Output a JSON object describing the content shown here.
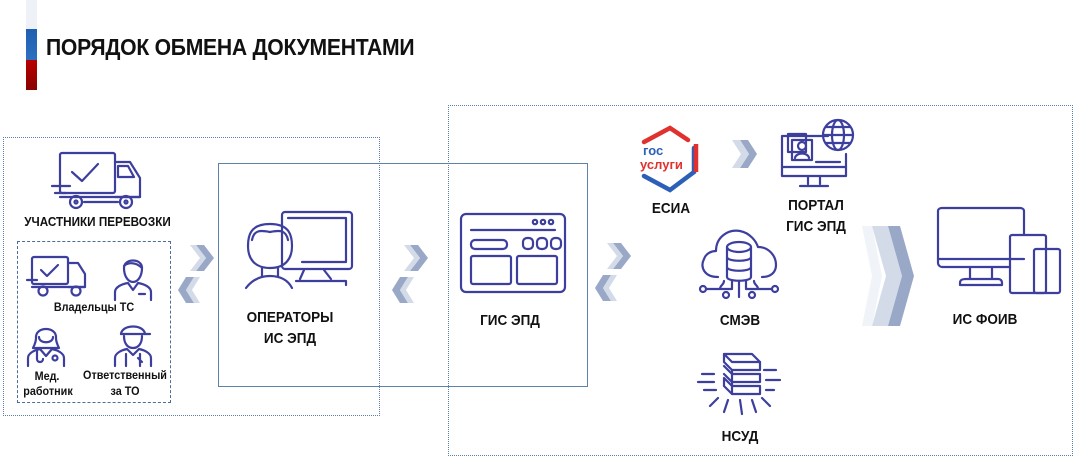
{
  "title": "ПОРЯДОК ОБМЕНА ДОКУМЕНТАМИ",
  "colors": {
    "icon": "#3d3f9e",
    "flag_white": "#eef2f8",
    "flag_blue": "#2d6fc0",
    "flag_red": "#a00000",
    "chevron_light": "#d4dbe8",
    "chevron_dark": "#9aa8c8",
    "gosuslugi_blue": "#2b5fb8",
    "gosuslugi_red": "#e0312f"
  },
  "participants": {
    "heading": "УЧАСТНИКИ ПЕРЕВОЗКИ",
    "vehicle_owners": "Владельцы ТС",
    "medic_line1": "Мед.",
    "medic_line2": "работник",
    "responsible_line1": "Ответственный",
    "responsible_line2": "за ТО"
  },
  "operators": {
    "line1": "ОПЕРАТОРЫ",
    "line2": "ИС ЭПД"
  },
  "gis_epd": {
    "label": "ГИС ЭПД"
  },
  "esia": {
    "label": "ЕСИА",
    "logo_line1": "гос",
    "logo_line2": "услуги"
  },
  "portal": {
    "line1": "ПОРТАЛ",
    "line2": "ГИС ЭПД"
  },
  "smev": {
    "label": "СМЭВ"
  },
  "nsud": {
    "label": "НСУД"
  },
  "is_foiv": {
    "label": "ИС ФОИВ"
  }
}
